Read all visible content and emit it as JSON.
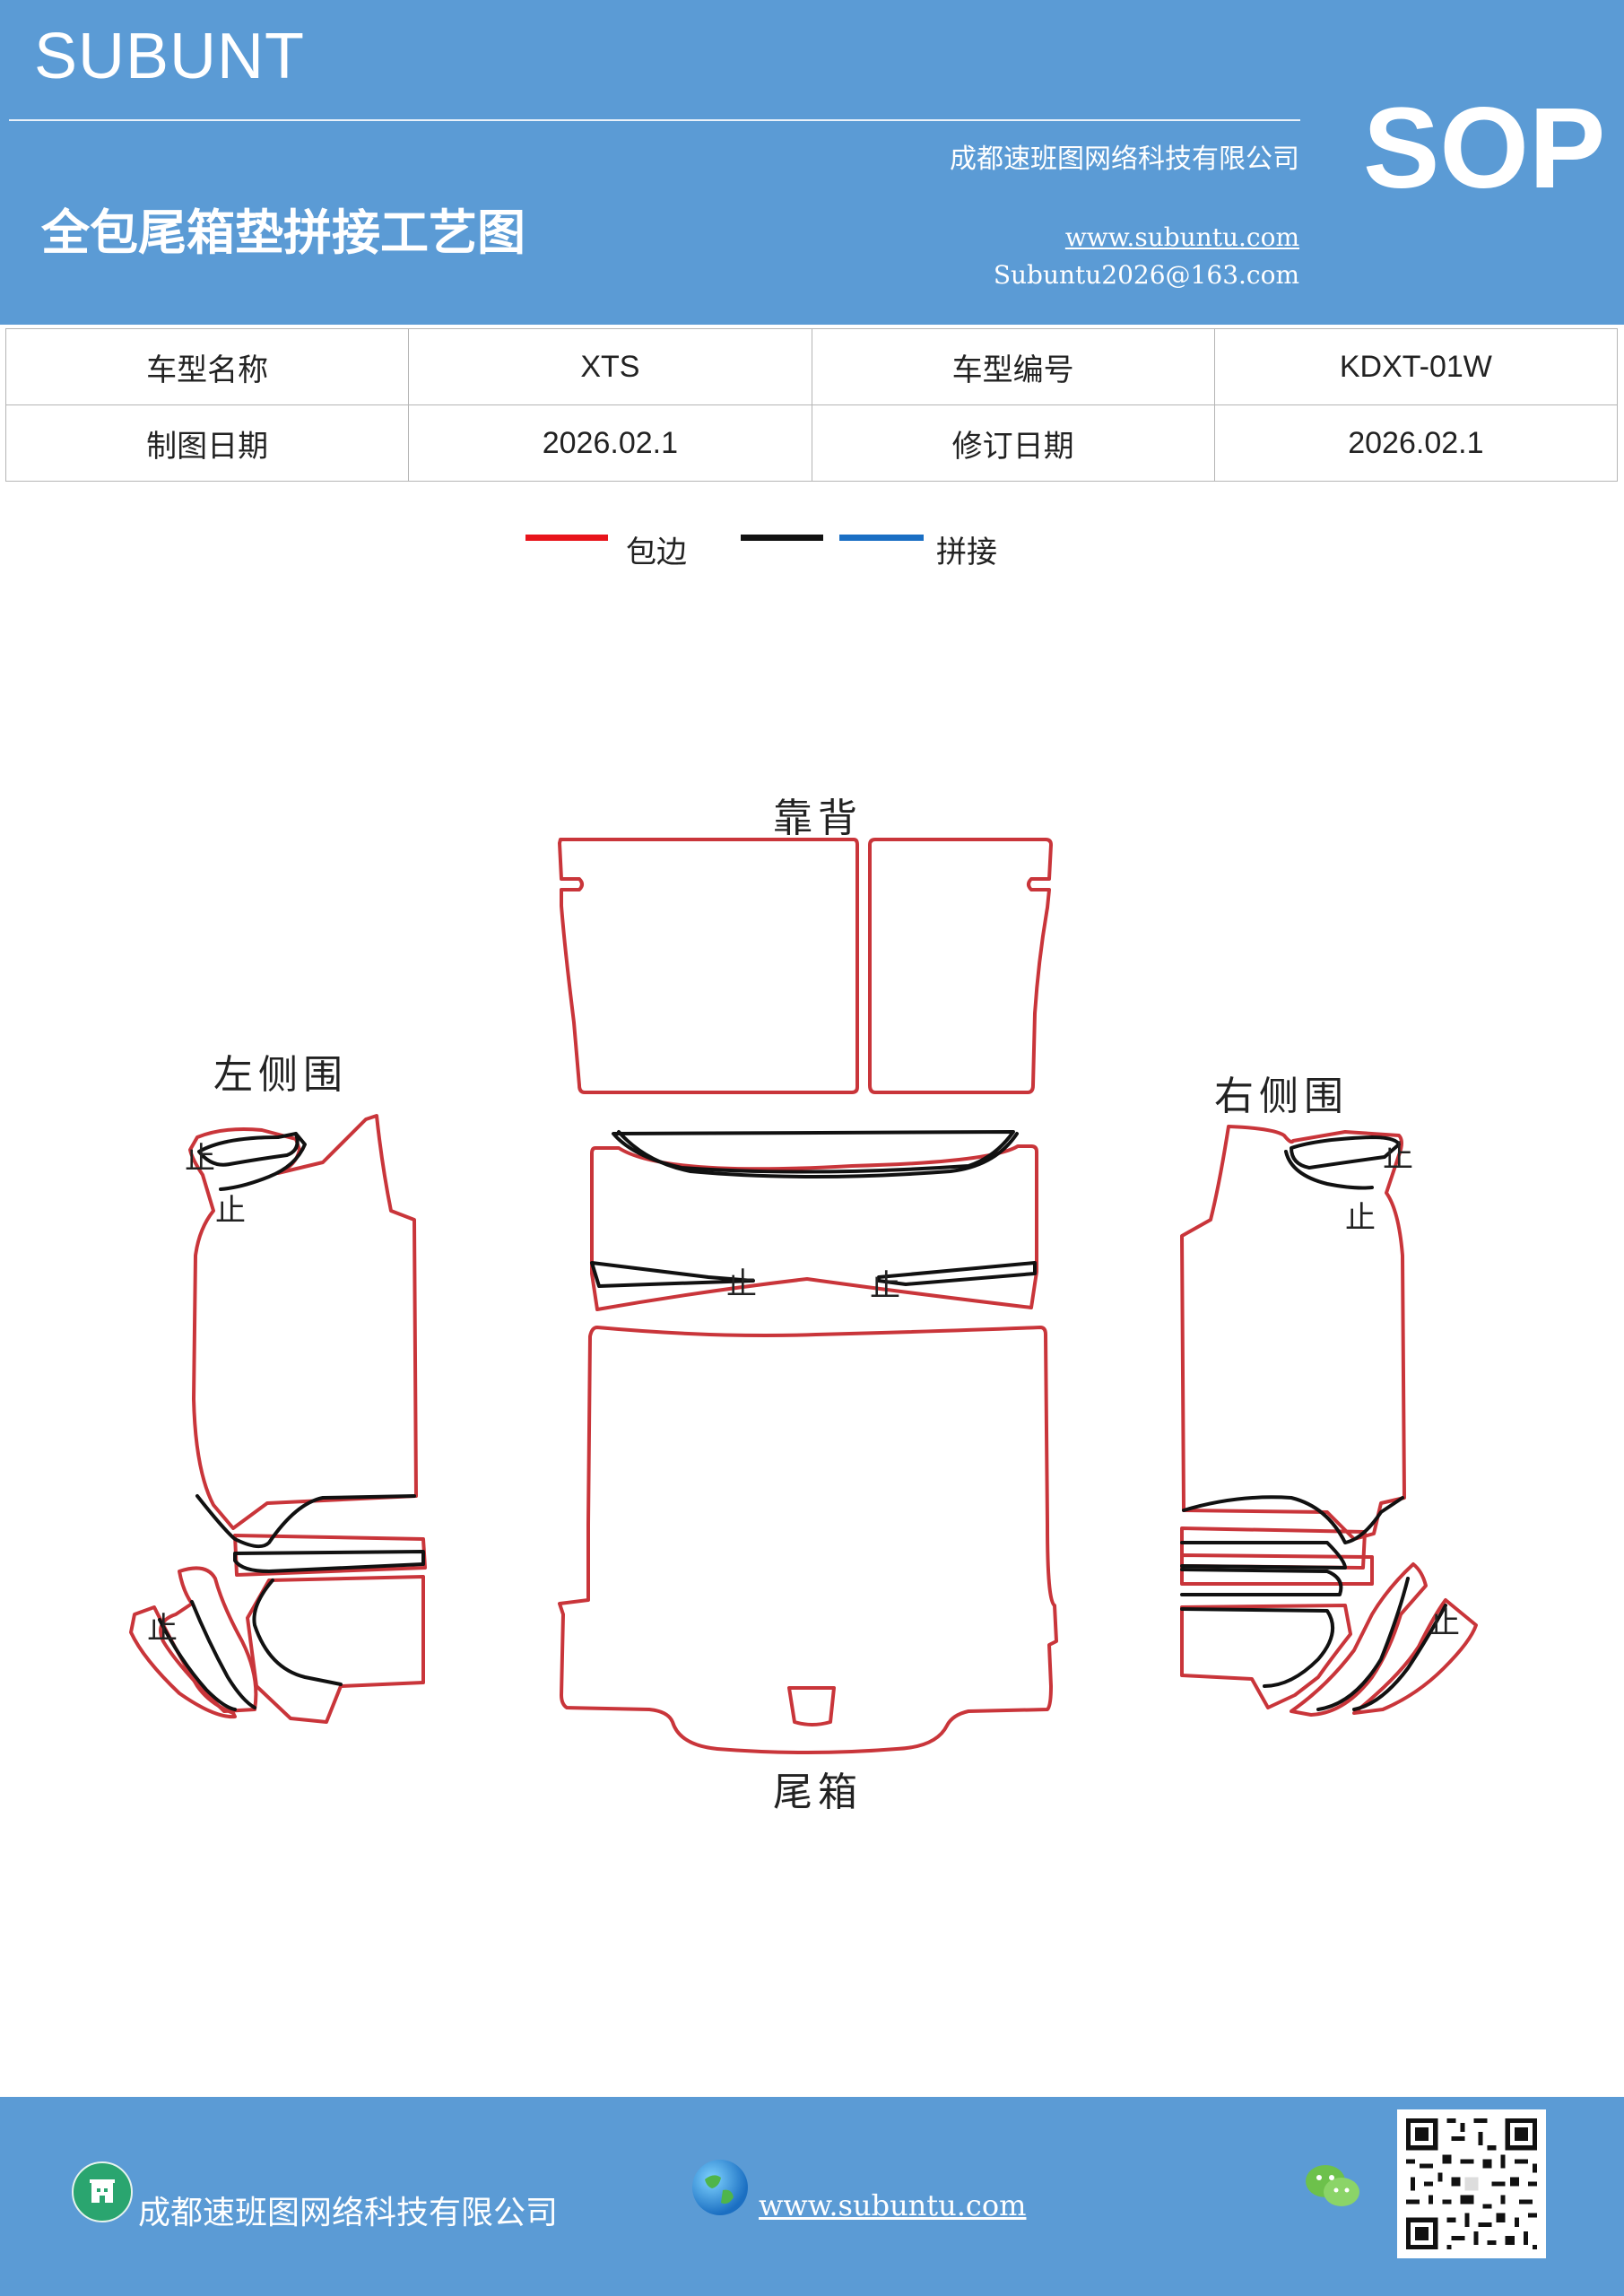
{
  "header": {
    "brand": "SUBUNT",
    "company": "成都速班图网络科技有限公司",
    "title": "全包尾箱垫拼接工艺图",
    "website": "www.subuntu.com",
    "email": "Subuntu2026@163.com",
    "badge": "SOP"
  },
  "info": {
    "model_name_label": "车型名称",
    "model_name": "XTS",
    "model_code_label": "车型编号",
    "model_code": "KDXT-01W",
    "draw_date_label": "制图日期",
    "draw_date": "2026.02.1",
    "revise_date_label": "修订日期",
    "revise_date": "2026.02.1"
  },
  "legend": {
    "items": [
      {
        "label": "包边",
        "color": "#e8141b"
      },
      {
        "label": "",
        "color": "#111111"
      },
      {
        "label": "拼接",
        "color": "#1a6fc4"
      }
    ]
  },
  "diagram": {
    "backrest_label": "靠背",
    "left_side_label": "左侧围",
    "right_side_label": "右侧围",
    "trunk_label": "尾箱",
    "stop_mark": "止",
    "colors": {
      "edge": "#c9353a",
      "seam": "#111111"
    }
  },
  "footer": {
    "company": "成都速班图网络科技有限公司",
    "website": "www.subuntu.com"
  }
}
